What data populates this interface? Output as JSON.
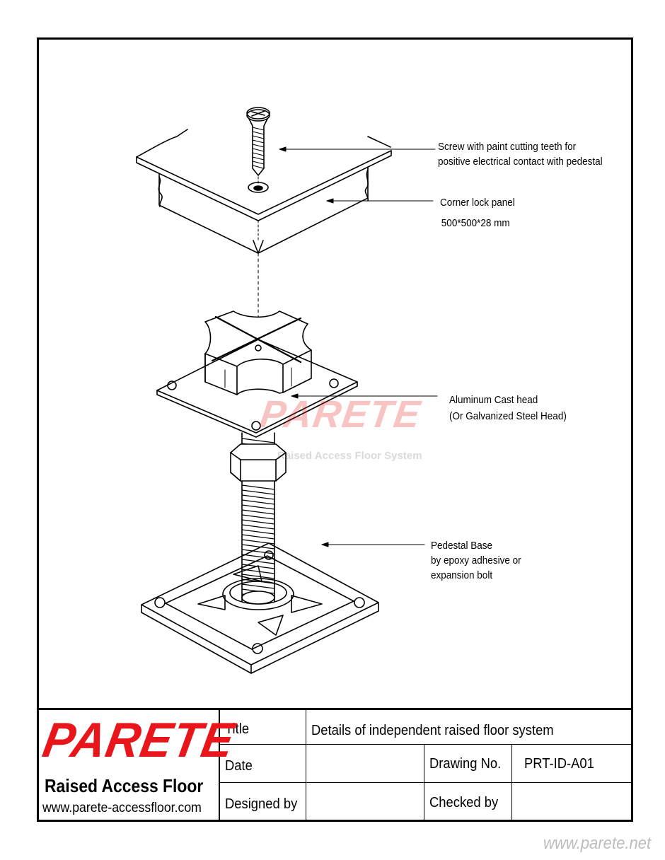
{
  "callouts": {
    "screw": [
      "Screw with paint cutting teeth for",
      "positive electrical contact with pedestal"
    ],
    "panel": [
      "Corner lock panel",
      "500*500*28 mm"
    ],
    "head": [
      "Aluminum Cast head",
      "(Or Galvanized Steel Head)"
    ],
    "base": [
      "Pedestal Base",
      "by epoxy adhesive or",
      "expansion bolt"
    ]
  },
  "watermark": {
    "logo": "PARETE",
    "subtitle": "Raised Access Floor System"
  },
  "brand": {
    "logo": "PARETE",
    "tagline": "Raised Access Floor",
    "website": "www.parete-accessfloor.com",
    "logo_color": "#e8151b"
  },
  "title_block": {
    "title_label": "Title",
    "title_value": "Details of independent raised floor system",
    "date_label": "Date",
    "date_value": "",
    "drawing_no_label": "Drawing No.",
    "drawing_no_value": "PRT-ID-A01",
    "designed_by_label": "Designed by",
    "designed_by_value": "",
    "checked_by_label": "Checked by",
    "checked_by_value": ""
  },
  "corner_watermark": "www.parete.net"
}
